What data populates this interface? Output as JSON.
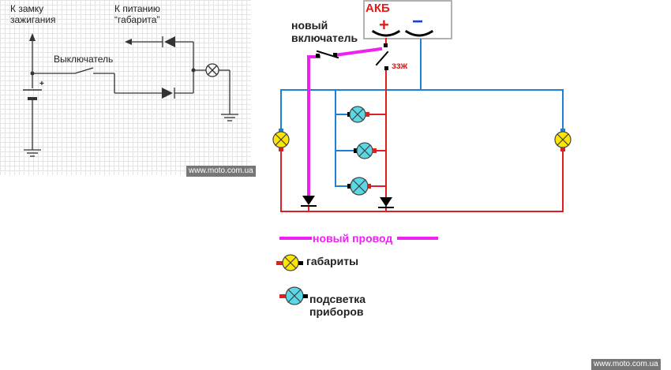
{
  "left_schematic": {
    "label_ignition": "К замку\nзажигания",
    "label_parking_power": "К питанию\n“габарита”",
    "label_switch": "Выключатель",
    "battery_plus": "+",
    "watermark": "www.moto.com.ua"
  },
  "right_diagram": {
    "battery_title": "АКБ",
    "battery_plus": "+",
    "battery_minus": "−",
    "new_switch_label": "новый\nвключатель",
    "ignition_label": "ззж",
    "legend_new_wire": "новый провод",
    "legend_parking_lights": "габариты",
    "legend_dash_lights": "подсветка\nприборов",
    "watermark": "www.moto.com.ua"
  },
  "colors": {
    "wire_blue": "#1e7fd6",
    "wire_red": "#e02020",
    "wire_magenta": "#ee22ee",
    "lamp_yellow": "#ffe600",
    "lamp_cyan": "#5ad8e6",
    "battery_label_red": "#e31b1b"
  }
}
